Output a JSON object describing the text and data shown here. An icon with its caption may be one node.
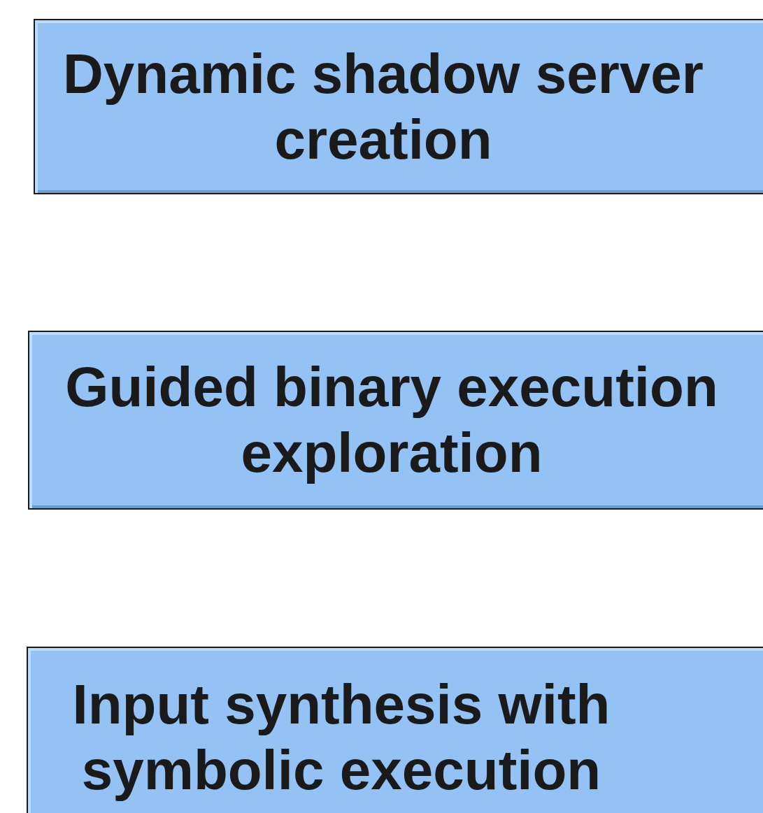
{
  "diagram": {
    "nodes": [
      {
        "text": [
          "Dynamic shadow server creation"
        ]
      },
      {
        "text": [
          "Guided binary execution exploration"
        ]
      },
      {
        "text": [
          "Input synthesis with symbolic execution"
        ]
      }
    ],
    "edges": []
  }
}
